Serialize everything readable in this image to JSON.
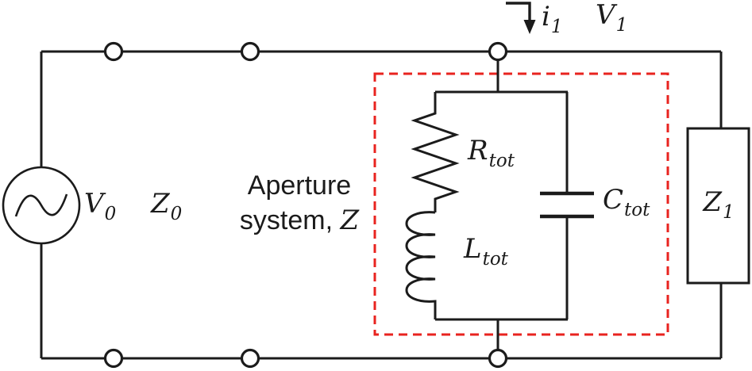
{
  "diagram": {
    "source_label": {
      "main": "V",
      "sub": "0"
    },
    "source_impedance_label": {
      "main": "Z",
      "sub": "0"
    },
    "aperture": {
      "line1": "Aperture",
      "line2_prefix": "system, ",
      "line2_symbol": "Z"
    },
    "current_label": {
      "main": "i",
      "sub": "1"
    },
    "voltage1_label": {
      "main": "V",
      "sub": "1"
    },
    "resistor_label": {
      "main": "R",
      "sub": "tot"
    },
    "inductor_label": {
      "main": "L",
      "sub": "tot"
    },
    "capacitor_label": {
      "main": "C",
      "sub": "tot"
    },
    "load_label": {
      "main": "Z",
      "sub": "1"
    },
    "colors": {
      "wire": "#1b1b1b",
      "aperture_box": "#e8231f",
      "background": "#ffffff"
    }
  }
}
